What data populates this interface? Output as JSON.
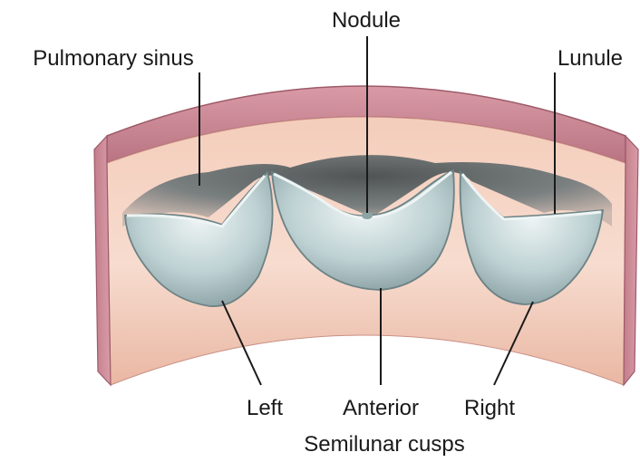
{
  "labels": {
    "nodule": "Nodule",
    "pulmonary_sinus": "Pulmonary sinus",
    "lunule": "Lunule",
    "left": "Left",
    "anterior": "Anterior",
    "right": "Right",
    "semilunar_cusps": "Semilunar cusps"
  },
  "colors": {
    "outer_rim": "#c98a96",
    "outer_rim_edge": "#a8606e",
    "inner_wall": "#f2c7b4",
    "inner_wall_light": "#f9e2d6",
    "sinus_shadow": "#4f5a5c",
    "cusp_fill": "#b8cfd1",
    "cusp_highlight": "#e3eeee",
    "cusp_edge": "#6f8487"
  }
}
